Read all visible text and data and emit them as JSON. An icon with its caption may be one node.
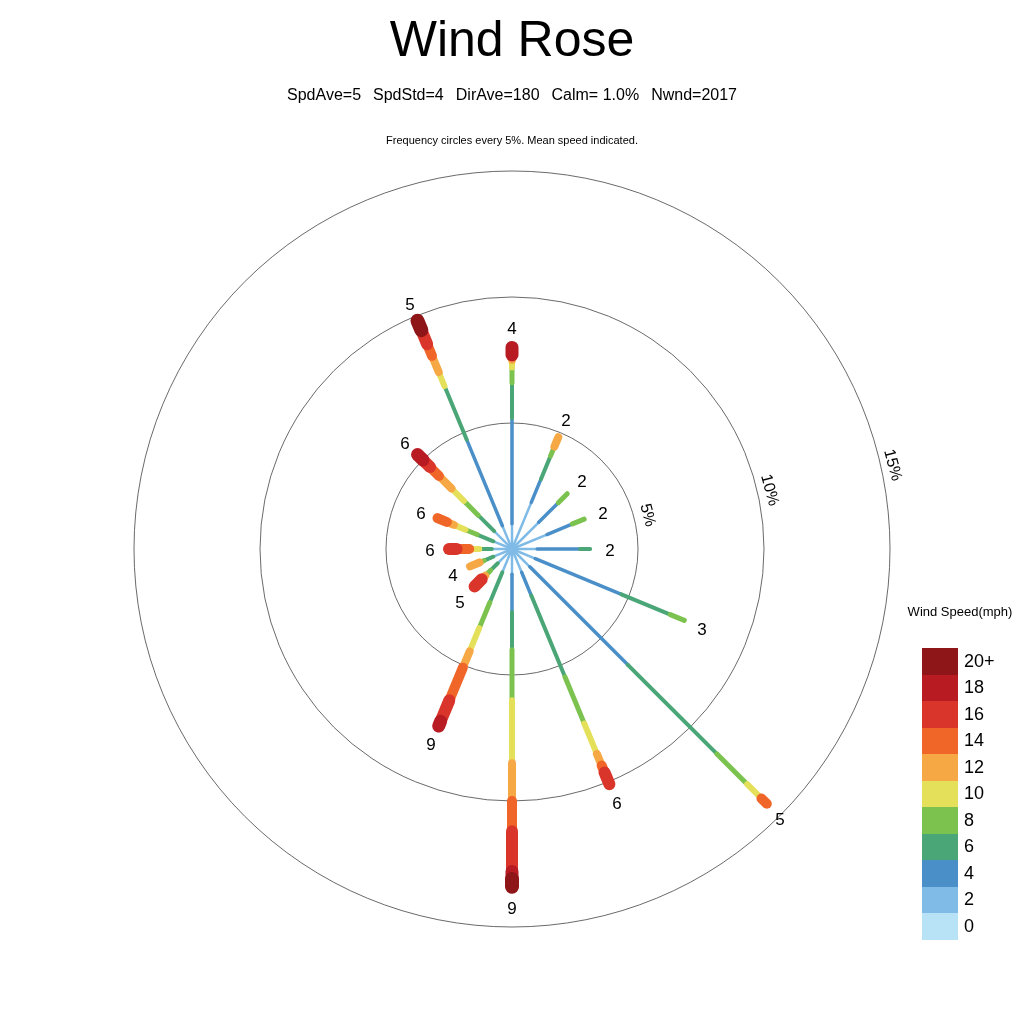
{
  "diagram": {
    "title": "Wind Rose",
    "labels": [
      "SpdAve=5",
      "SpdStd=4",
      "DirAve=180",
      "Calm= 1.0%",
      "Nwnd=2017",
      "Frequency circles every 5%. Mean speed indicated.",
      "5%",
      "10%",
      "15%",
      "4",
      "2",
      "2",
      "2",
      "2",
      "3",
      "5",
      "6",
      "9",
      "9",
      "5",
      "4",
      "6",
      "6",
      "6",
      "5",
      "Wind Speed(mph)"
    ],
    "legend": [
      {
        "text": "20+",
        "color": "#8e1518"
      },
      {
        "text": "18",
        "color": "#b81b22"
      },
      {
        "text": "16",
        "color": "#d9352a"
      },
      {
        "text": "14",
        "color": "#f06528"
      },
      {
        "text": "12",
        "color": "#f6a845"
      },
      {
        "text": "10",
        "color": "#e5e05a"
      },
      {
        "text": "8",
        "color": "#7cc24e"
      },
      {
        "text": "6",
        "color": "#4aa677"
      },
      {
        "text": "4",
        "color": "#4a8fc8"
      },
      {
        "text": "2",
        "color": "#7fbbe6"
      },
      {
        "text": "0",
        "color": "#b8e2f5"
      }
    ]
  }
}
